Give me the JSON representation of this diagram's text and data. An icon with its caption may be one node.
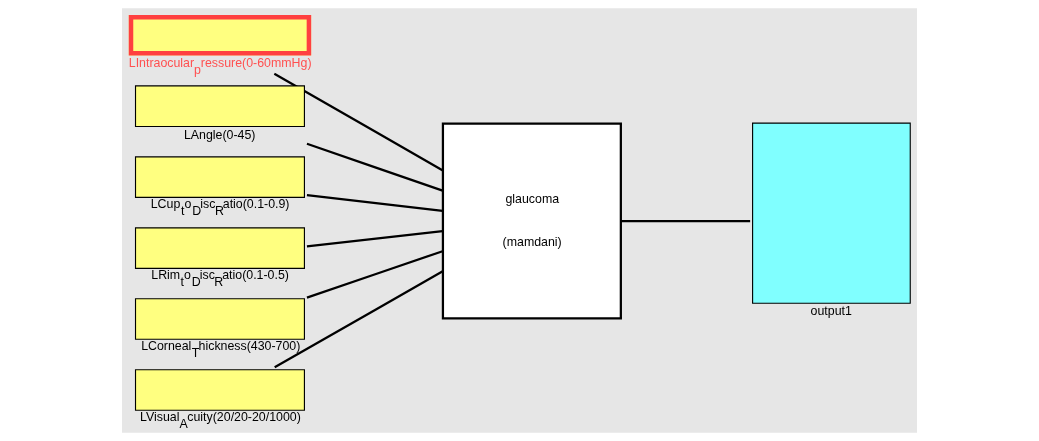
{
  "diagram": {
    "nodes": [
      {
        "text": [
          "LIntraocular$_{p}$ressure(0-60mmHg)"
        ]
      },
      {
        "text": [
          "LAngle(0-45)"
        ]
      },
      {
        "text": [
          "LCup$_{t}$o$_{D}$isc$_{R}$atio(0.1-0.9)"
        ]
      },
      {
        "text": [
          "LRim$_{t}$o$_{D}$isc$_{R}$atio(0.1-0.5)"
        ]
      },
      {
        "text": [
          "LCorneal$_{T}$hickness(430-700)"
        ]
      },
      {
        "text": [
          "LVisual$_{A}$cuity(20/20-20/1000)"
        ]
      },
      {
        "text": [
          "glaucoma",
          "(mamdani)"
        ]
      },
      {
        "text": [
          "output1"
        ]
      }
    ],
    "edges": [
      {
        "from": 0,
        "to": 6,
        "arrow": "none"
      },
      {
        "from": 1,
        "to": 6,
        "arrow": "none"
      },
      {
        "from": 2,
        "to": 6,
        "arrow": "none"
      },
      {
        "from": 3,
        "to": 6,
        "arrow": "none"
      },
      {
        "from": 4,
        "to": 6,
        "arrow": "none"
      },
      {
        "from": 5,
        "to": 6,
        "arrow": "none"
      },
      {
        "from": 6,
        "to": 7,
        "arrow": "none"
      }
    ]
  }
}
